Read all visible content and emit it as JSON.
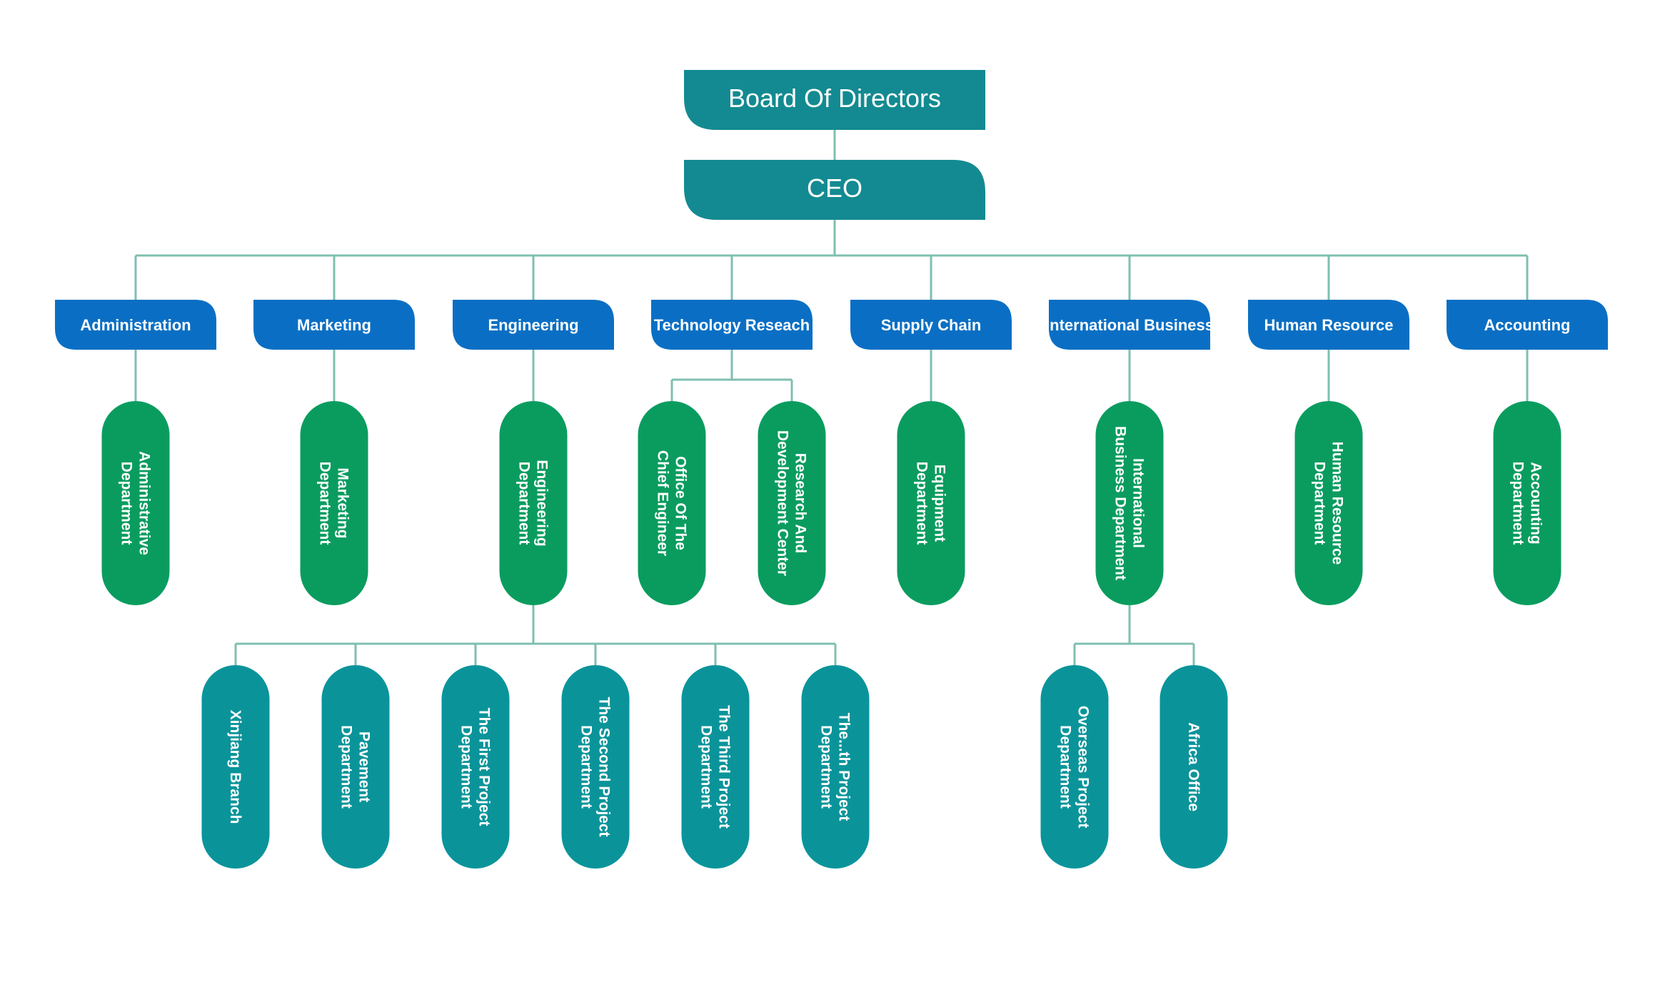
{
  "colors": {
    "top_box": "#138a91",
    "department_box": "#0a6fc4",
    "level3_pill": "#0a9c5f",
    "level4_pill": "#0a949a",
    "connector": "#7fbfb0"
  },
  "board": {
    "label": "Board Of Directors"
  },
  "ceo": {
    "label": "CEO"
  },
  "departments": [
    {
      "label": "Administration",
      "units": [
        {
          "lines": [
            "Administrative",
            "Department"
          ]
        }
      ]
    },
    {
      "label": "Marketing",
      "units": [
        {
          "lines": [
            "Marketing",
            "Department"
          ]
        }
      ]
    },
    {
      "label": "Engineering",
      "units": [
        {
          "lines": [
            "Engineering",
            "Department"
          ]
        }
      ]
    },
    {
      "label": "Technology Reseach",
      "units": [
        {
          "lines": [
            "Office Of The",
            "Chief Engineer"
          ]
        },
        {
          "lines": [
            "Research And",
            "Development Center"
          ]
        }
      ]
    },
    {
      "label": "Supply Chain",
      "units": [
        {
          "lines": [
            "Equipment",
            "Department"
          ]
        }
      ]
    },
    {
      "label": "International Business",
      "units": [
        {
          "lines": [
            "International",
            "Business Department"
          ]
        }
      ]
    },
    {
      "label": "Human Resource",
      "units": [
        {
          "lines": [
            "Human Resource",
            "Department"
          ]
        }
      ]
    },
    {
      "label": "Accounting",
      "units": [
        {
          "lines": [
            "Accounting",
            "Department"
          ]
        }
      ]
    }
  ],
  "engineering_subunits": [
    {
      "lines": [
        "Xinjiang Branch"
      ]
    },
    {
      "lines": [
        "Pavement",
        "Department"
      ]
    },
    {
      "lines": [
        "The First Project",
        "Department"
      ]
    },
    {
      "lines": [
        "The Second Project",
        "Department"
      ]
    },
    {
      "lines": [
        "The Third Project",
        "Department"
      ]
    },
    {
      "lines": [
        "The...th Project",
        "Department"
      ]
    }
  ],
  "international_subunits": [
    {
      "lines": [
        "Overseas Project",
        "Department"
      ]
    },
    {
      "lines": [
        "Africa Office"
      ]
    }
  ]
}
